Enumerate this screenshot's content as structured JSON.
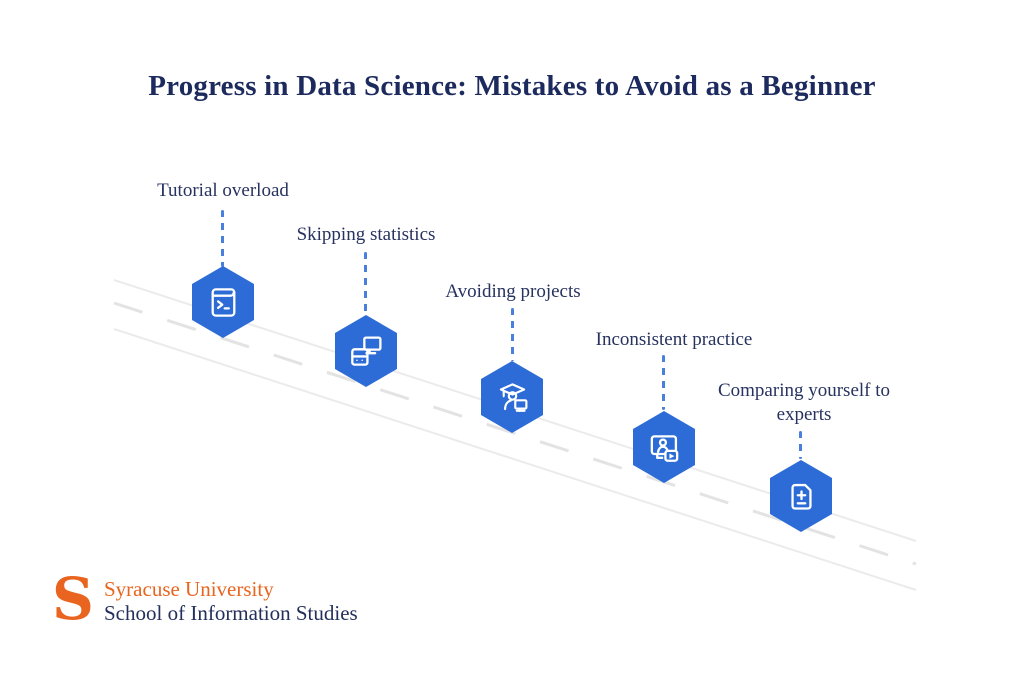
{
  "title": "Progress in Data Science: Mistakes to Avoid as a Beginner",
  "items": [
    {
      "label": "Tutorial overload",
      "icon": "book-terminal-icon"
    },
    {
      "label": "Skipping statistics",
      "icon": "calculator-monitor-icon"
    },
    {
      "label": "Avoiding projects",
      "icon": "graduate-monitor-icon"
    },
    {
      "label": "Inconsistent practice",
      "icon": "video-call-screen-icon"
    },
    {
      "label": "Comparing yourself to experts",
      "icon": "document-plus-minus-icon"
    }
  ],
  "footer": {
    "logo_letter": "S",
    "institution": "Syracuse University",
    "school": "School of Information Studies"
  },
  "colors": {
    "title_navy": "#1c2a5e",
    "label_navy": "#27325f",
    "hexagon_blue": "#2d6cd6",
    "connector_blue": "#4a80dd",
    "road_edge_gray": "#ebebeb",
    "road_dash_gray": "#e3e3e3",
    "logo_orange": "#e8641f",
    "logo_navy": "#232f5c"
  }
}
